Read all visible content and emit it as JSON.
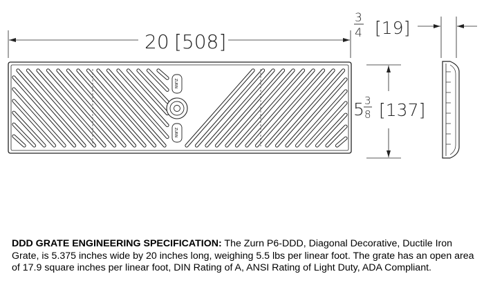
{
  "dimensions": {
    "length": {
      "value": "20",
      "metric": "[508]"
    },
    "height": {
      "numerator": "3",
      "denominator": "4",
      "metric": "[19]"
    },
    "width": {
      "whole": "5",
      "numerator": "3",
      "denominator": "8",
      "metric": "[137]"
    }
  },
  "grate": {
    "logo_text": "ZURN"
  },
  "spec": {
    "heading": "DDD GRATE ENGINEERING SPECIFICATION:",
    "body": " The Zurn P6-DDD, Diagonal Decorative, Ductile Iron Grate, is 5.375 inches wide by 20 inches long, weighing 5.5 lbs per linear foot. The grate has an open area of 17.9 square inches per linear foot, DIN Rating of A, ANSI Rating of Light Duty, ADA Compliant."
  }
}
